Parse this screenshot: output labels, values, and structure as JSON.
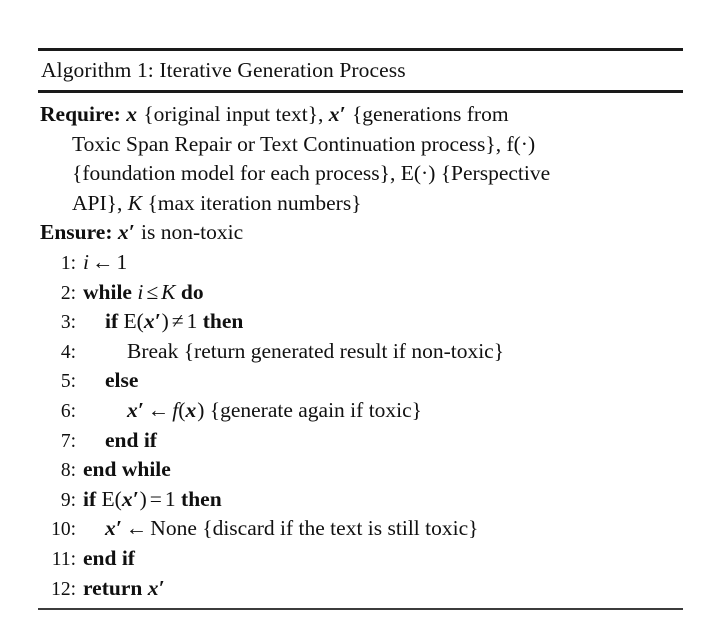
{
  "figure": {
    "title": "Algorithm 1: Iterative Generation Process",
    "require": {
      "label": "Require:",
      "line1": "x {original input text}, x′ {generations from",
      "line2": "Toxic Span Repair or Text Continuation process}, f(·)",
      "line3": "{foundation model for each process}, E(·) {Perspective",
      "line4": "API}, K {max iteration numbers}",
      "full_text": "Require: x {original input text}, x′ {generations from Toxic Span Repair or Text Continuation process}, f(·) {foundation model for each process}, E(·) {Perspective API}, K {max iteration numbers}"
    },
    "ensure": {
      "label": "Ensure:",
      "text": "x′ is non-toxic",
      "full_text": "Ensure: x′ is non-toxic"
    },
    "steps": [
      {
        "num": "1:",
        "indent": 0,
        "text": "i ← 1"
      },
      {
        "num": "2:",
        "indent": 0,
        "text": "while i ≤ K do"
      },
      {
        "num": "3:",
        "indent": 1,
        "text": "if E(x′) ≠ 1 then"
      },
      {
        "num": "4:",
        "indent": 2,
        "text": "Break {return generated result if non-toxic}"
      },
      {
        "num": "5:",
        "indent": 1,
        "text": "else"
      },
      {
        "num": "6:",
        "indent": 2,
        "text": "x′ ← f(x) {generate again if toxic}"
      },
      {
        "num": "7:",
        "indent": 1,
        "text": "end if"
      },
      {
        "num": "8:",
        "indent": 0,
        "text": "end while"
      },
      {
        "num": "9:",
        "indent": 0,
        "text": "if E(x′) = 1 then"
      },
      {
        "num": "10:",
        "indent": 1,
        "text": "x′ ← None {discard if the text is still toxic}"
      },
      {
        "num": "11:",
        "indent": 0,
        "text": "end if"
      },
      {
        "num": "12:",
        "indent": 0,
        "text": "return x′"
      }
    ],
    "tokens": {
      "x": "x",
      "x_prime": "x′",
      "i": "i",
      "K": "K",
      "f": "f",
      "E": "E",
      "one": "1",
      "none": "None",
      "break": "Break",
      "dot": "·",
      "arrow": "←",
      "leq": "≤",
      "neq": "≠",
      "eq": "=",
      "kw_while": "while",
      "kw_do": "do",
      "kw_if": "if",
      "kw_then": "then",
      "kw_else": "else",
      "kw_end_if": "end if",
      "kw_end_while": "end while",
      "kw_return": "return",
      "c_orig_input": "{original input text},",
      "c_generations": "{generations from",
      "c_toxic_span": "Toxic Span Repair or Text Continuation process},",
      "c_foundation": "{foundation model for each process},",
      "c_perspective": "{Perspective",
      "c_api": "API},",
      "c_maxiter": "{max iteration numbers}",
      "c_is_nontoxic": "is non-toxic",
      "c_break_note": "{return generated result if non-toxic}",
      "c_generate_note": "{generate again if toxic}",
      "c_discard_note": "{discard if the text is still toxic}"
    },
    "colors": {
      "background": "#ffffff",
      "text": "#101010",
      "rule": "#1a1a1a"
    }
  }
}
